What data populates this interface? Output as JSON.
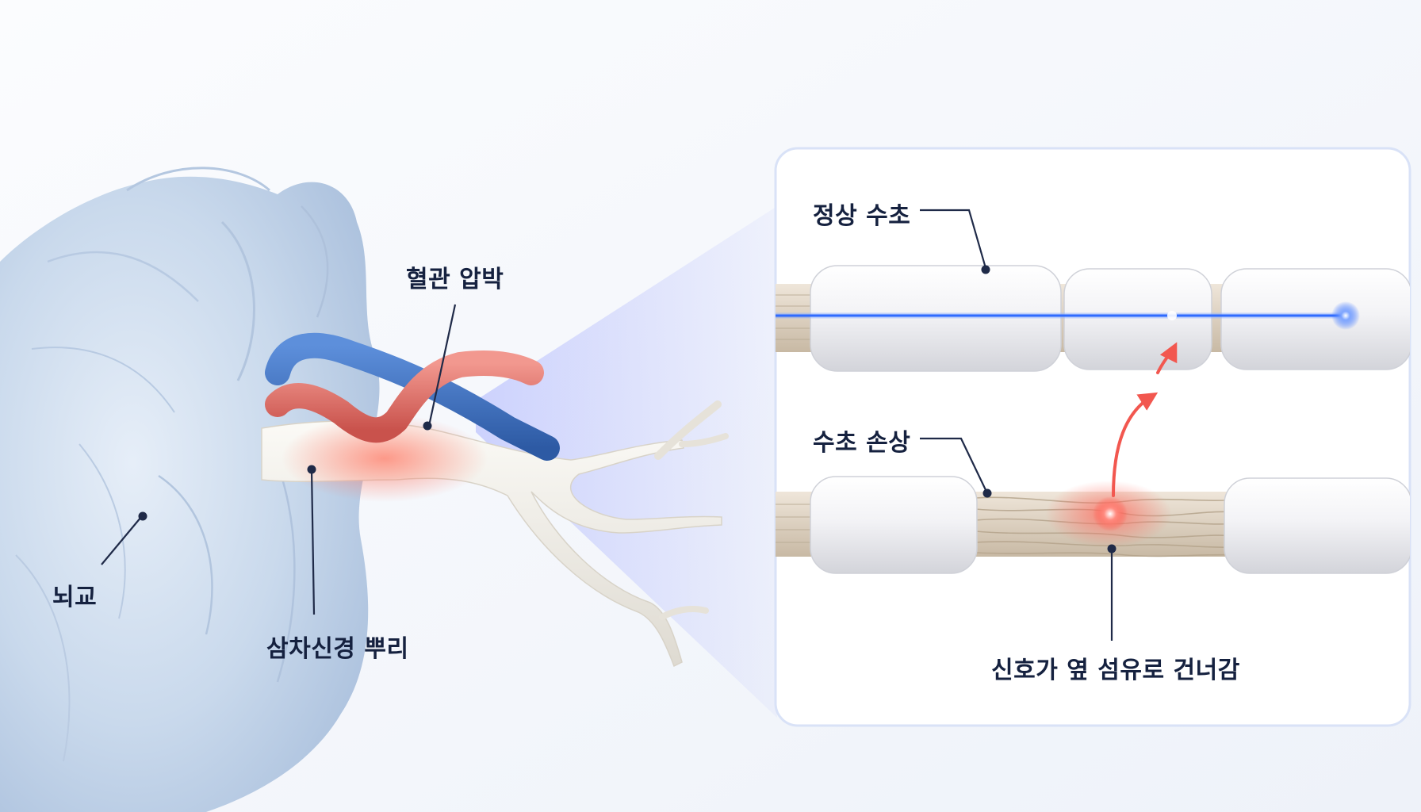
{
  "colors": {
    "background": "#f6f8fc",
    "pons": "#c6d6ea",
    "artery": "#e2736d",
    "vein": "#3f74c4",
    "nerve": "#eeebe4",
    "myelin": "#f7f7f9",
    "axon": "#d9cdbd",
    "signal_normal": "#2f6bff",
    "signal_crossing": "#f2574f",
    "label_text": "#15213f",
    "leader_line": "#1f2a48",
    "panel_border": "#d9e2f7"
  },
  "labels": {
    "pons": "뇌교",
    "nerve_root": "삼차신경 뿌리",
    "vascular_compression": "혈관 압박",
    "normal_sheath": "정상 수초",
    "damaged_sheath": "수초 손상",
    "signal_crossing": "신호가 옆 섬유로 건너감"
  }
}
